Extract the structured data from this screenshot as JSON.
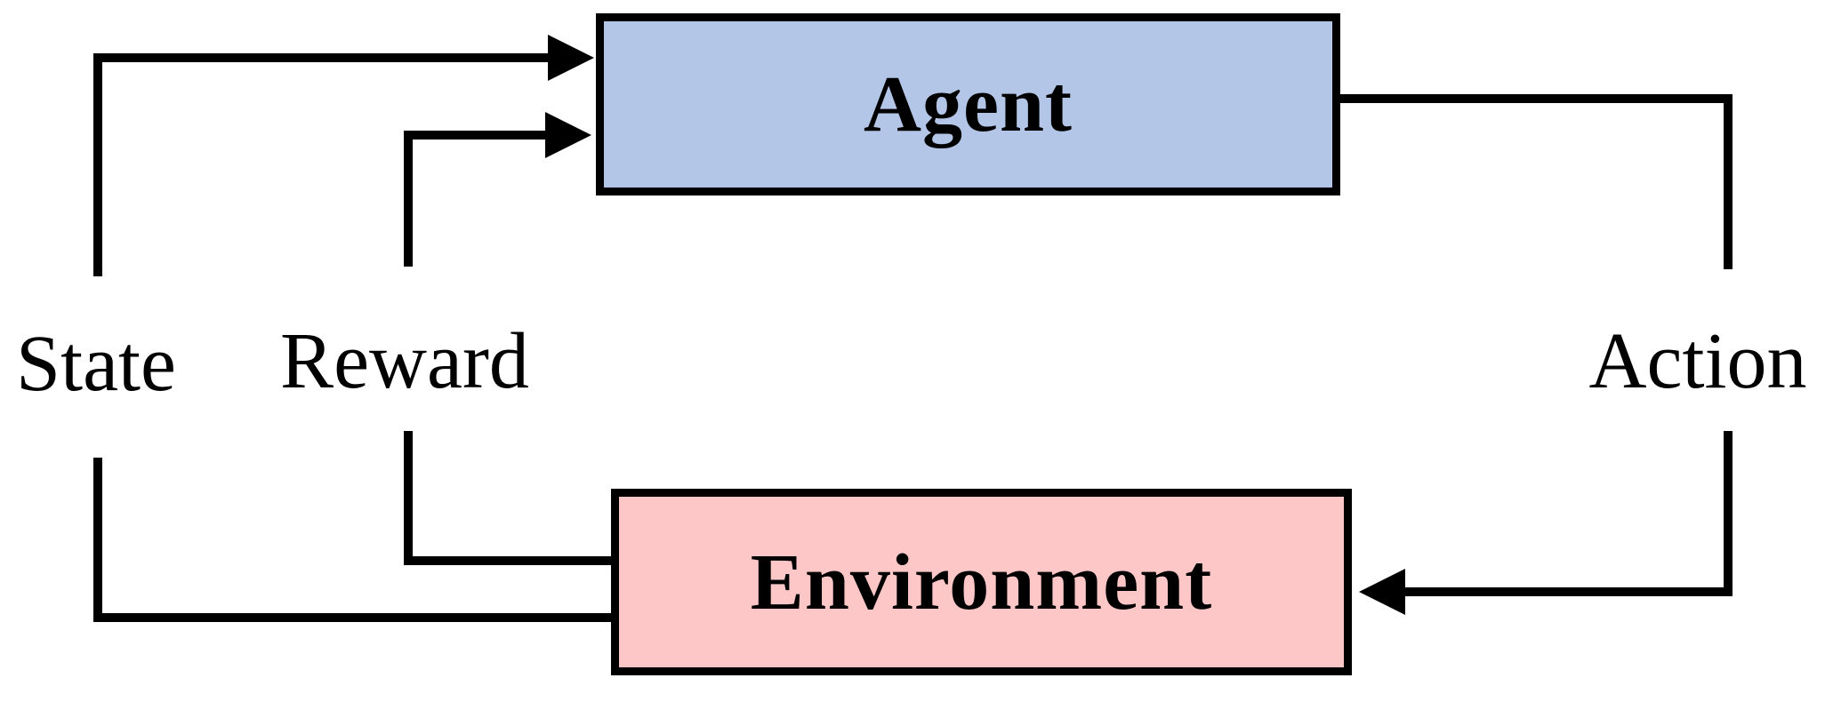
{
  "diagram": {
    "type": "flow-diagram",
    "background": "#ffffff",
    "line_color": "#000000",
    "nodes": {
      "agent": {
        "label": "Agent",
        "fill": "#b4c6e7",
        "border_color": "#000000"
      },
      "environment": {
        "label": "Environment",
        "fill": "#fdc7c7",
        "border_color": "#000000"
      }
    },
    "edges": [
      {
        "id": "state",
        "label": "State",
        "from": "environment",
        "to": "agent"
      },
      {
        "id": "reward",
        "label": "Reward",
        "from": "environment",
        "to": "agent"
      },
      {
        "id": "action",
        "label": "Action",
        "from": "agent",
        "to": "environment"
      }
    ]
  }
}
